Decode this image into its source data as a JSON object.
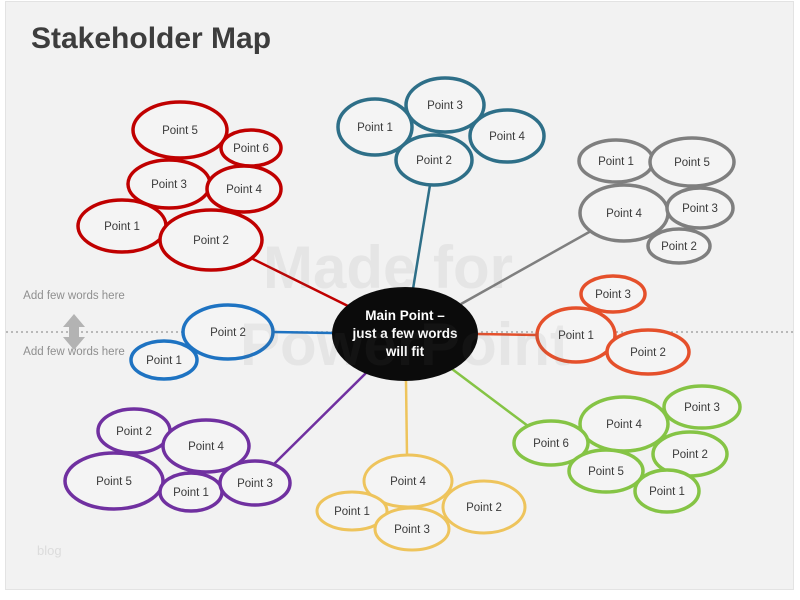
{
  "slide": {
    "title": "Stakeholder Map",
    "background": "#f2f2f2",
    "brand_footer": "blog"
  },
  "watermark": {
    "line1": "Made for",
    "line2": "PowerPoint"
  },
  "divider": {
    "note_above": "Add few words here",
    "note_below": "Add few words here",
    "arrow_icon": "up-down-arrow",
    "line_style": "dotted",
    "line_color": "#a6a6a6"
  },
  "center": {
    "line1": "Main Point –",
    "line2": "just a few words",
    "line3": "will fit",
    "fill": "#0b0b0b",
    "text_color": "#ffffff"
  },
  "clusters": {
    "red": {
      "color": "#C00000",
      "points": [
        {
          "label": "Point 5"
        },
        {
          "label": "Point 6"
        },
        {
          "label": "Point 3"
        },
        {
          "label": "Point 4"
        },
        {
          "label": "Point 1"
        },
        {
          "label": "Point 2"
        }
      ]
    },
    "teal": {
      "color": "#2E6F88",
      "points": [
        {
          "label": "Point 3"
        },
        {
          "label": "Point 1"
        },
        {
          "label": "Point 4"
        },
        {
          "label": "Point 2"
        }
      ]
    },
    "gray": {
      "color": "#7F7F7F",
      "points": [
        {
          "label": "Point 1"
        },
        {
          "label": "Point 5"
        },
        {
          "label": "Point 4"
        },
        {
          "label": "Point 3"
        },
        {
          "label": "Point 2"
        }
      ]
    },
    "orange": {
      "color": "#E5502B",
      "points": [
        {
          "label": "Point 3"
        },
        {
          "label": "Point 1"
        },
        {
          "label": "Point 2"
        }
      ]
    },
    "green": {
      "color": "#85C445",
      "points": [
        {
          "label": "Point 3"
        },
        {
          "label": "Point 4"
        },
        {
          "label": "Point 6"
        },
        {
          "label": "Point 2"
        },
        {
          "label": "Point 5"
        },
        {
          "label": "Point 1"
        }
      ]
    },
    "yellow": {
      "color": "#EEC45C",
      "points": [
        {
          "label": "Point 4"
        },
        {
          "label": "Point 1"
        },
        {
          "label": "Point 2"
        },
        {
          "label": "Point 3"
        }
      ]
    },
    "purple": {
      "color": "#7030A0",
      "points": [
        {
          "label": "Point 2"
        },
        {
          "label": "Point 4"
        },
        {
          "label": "Point 5"
        },
        {
          "label": "Point 1"
        },
        {
          "label": "Point 3"
        }
      ]
    },
    "blue": {
      "color": "#1E73C2",
      "points": [
        {
          "label": "Point 2"
        },
        {
          "label": "Point 1"
        }
      ]
    }
  }
}
